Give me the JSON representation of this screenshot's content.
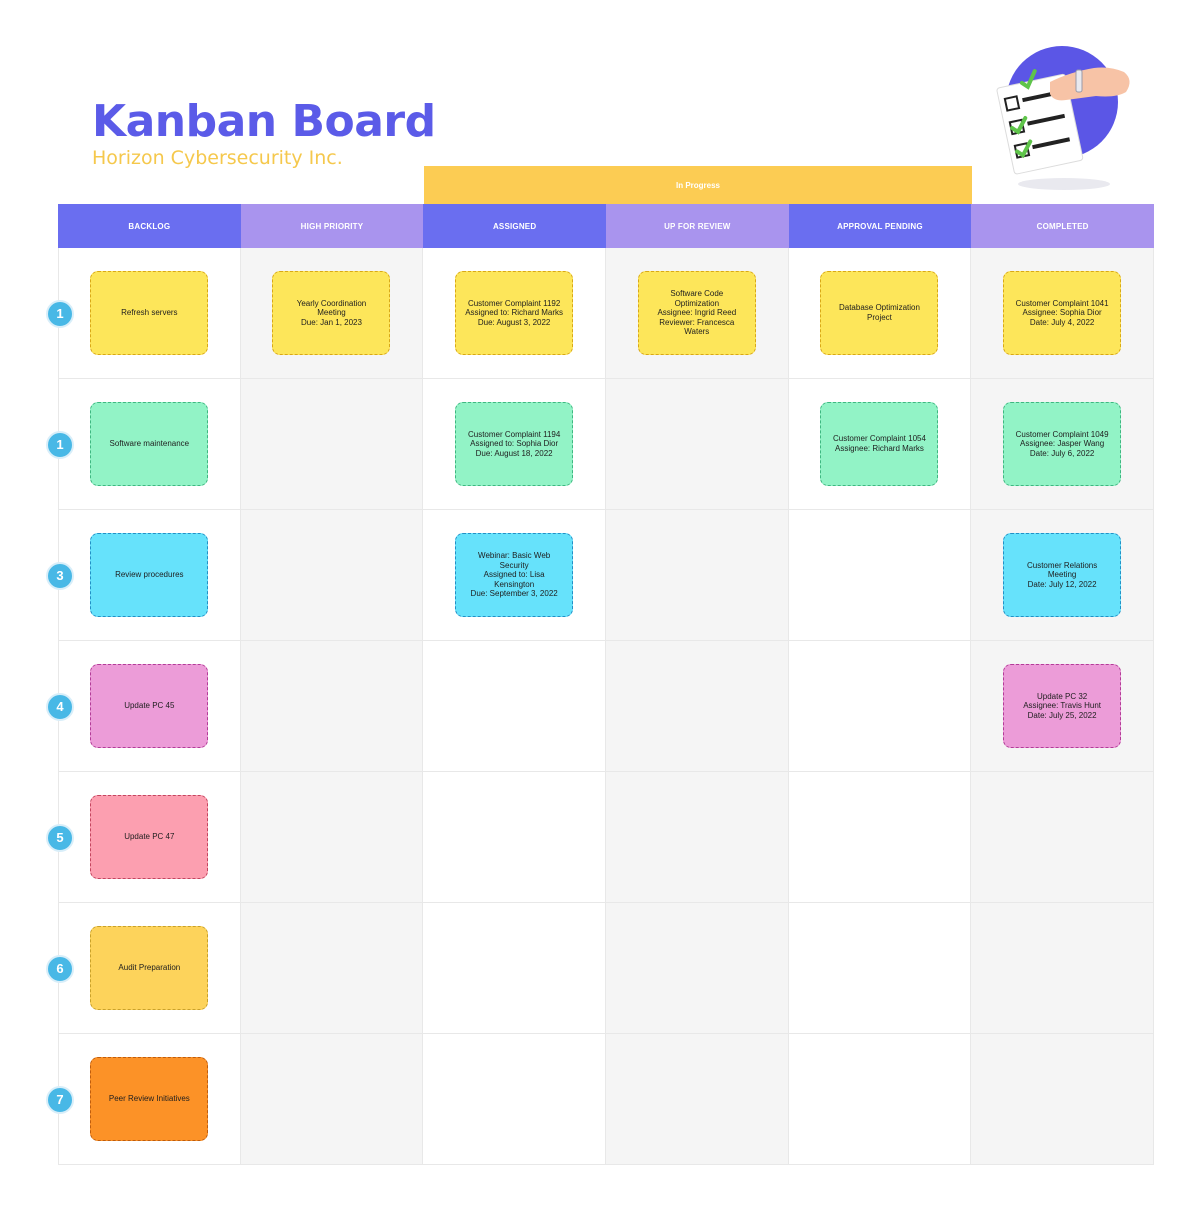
{
  "header": {
    "title": "Kanban Board",
    "subtitle": "Horizon Cybersecurity Inc."
  },
  "group_band": {
    "label": "In Progress"
  },
  "columns": [
    {
      "label": "BACKLOG",
      "color": "#6a6ef0"
    },
    {
      "label": "HIGH PRIORITY",
      "color": "#a994ee"
    },
    {
      "label": "ASSIGNED",
      "color": "#6a6ef0"
    },
    {
      "label": "UP FOR REVIEW",
      "color": "#a994ee"
    },
    {
      "label": "APPROVAL PENDING",
      "color": "#6a6ef0"
    },
    {
      "label": "COMPLETED",
      "color": "#a994ee"
    }
  ],
  "rows": [
    {
      "badge": "1",
      "bg": "#fde65a",
      "border": "#d9a817",
      "cards": [
        "Refresh servers",
        "Yearly Coordination\nMeeting\nDue: Jan 1, 2023",
        "Customer Complaint 1192\nAssigned to: Richard Marks\nDue: August 3, 2022",
        "Software Code\nOptimization\nAssignee: Ingrid Reed\nReviewer: Francesca\nWaters",
        "Database Optimization\nProject",
        "Customer Complaint 1041\nAssignee: Sophia Dior\nDate: July 4, 2022"
      ]
    },
    {
      "badge": "1",
      "bg": "#92f3c6",
      "border": "#3fb781",
      "cards": [
        "Software maintenance",
        "",
        "Customer Complaint 1194\nAssigned to: Sophia Dior\nDue: August 18, 2022",
        "",
        "Customer Complaint 1054\nAssignee: Richard Marks",
        "Customer Complaint 1049\nAssignee: Jasper Wang\nDate: July 6, 2022"
      ]
    },
    {
      "badge": "3",
      "bg": "#66e2fb",
      "border": "#2390c6",
      "cards": [
        "Review procedures",
        "",
        "Webinar: Basic Web\nSecurity\nAssigned to: Lisa\nKensington\nDue: September 3, 2022",
        "",
        "",
        "Customer Relations\nMeeting\nDate: July 12, 2022"
      ]
    },
    {
      "badge": "4",
      "bg": "#ec9cd8",
      "border": "#b33c98",
      "cards": [
        "Update PC 45",
        "",
        "",
        "",
        "",
        "Update PC 32\nAssignee: Travis Hunt\nDate: July 25, 2022"
      ]
    },
    {
      "badge": "5",
      "bg": "#fc9fb0",
      "border": "#c3455f",
      "cards": [
        "Update PC 47",
        "",
        "",
        "",
        "",
        ""
      ]
    },
    {
      "badge": "6",
      "bg": "#fdd35b",
      "border": "#c9a12a",
      "cards": [
        "Audit Preparation",
        "",
        "",
        "",
        "",
        ""
      ]
    },
    {
      "badge": "7",
      "bg": "#fc9227",
      "border": "#bf5d0e",
      "cards": [
        "Peer Review Initiatives",
        "",
        "",
        "",
        "",
        ""
      ]
    }
  ]
}
